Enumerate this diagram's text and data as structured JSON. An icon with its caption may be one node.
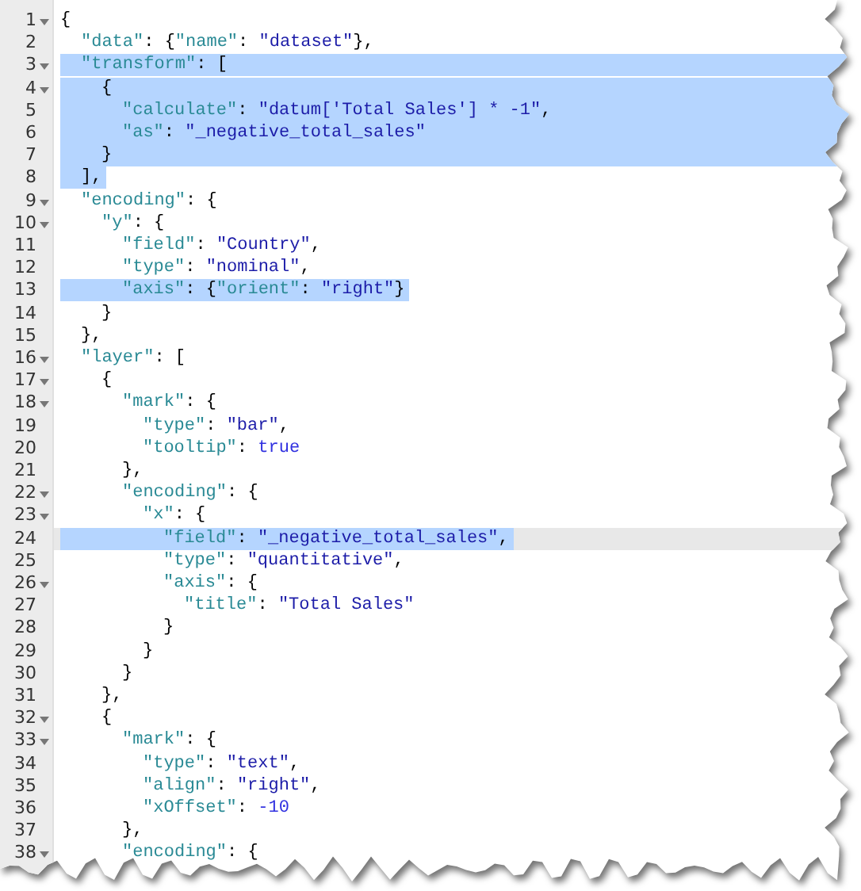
{
  "diagram": {
    "labels": [
      "1",
      "{",
      "2",
      "\"data\": {\"name\": \"dataset\"},",
      "3",
      "\"transform\": [",
      "4",
      "{",
      "5",
      "\"calculate\": \"datum['Total Sales'] * -1\",",
      "6",
      "\"as\": \"_negative_total_sales\"",
      "7",
      "}",
      "8",
      "],",
      "9",
      "\"encoding\": {",
      "10",
      "\"y\": {",
      "11",
      "\"field\": \"Country\",",
      "12",
      "\"type\": \"nominal\",",
      "13",
      "\"axis\": {\"orient\": \"right\"}",
      "14",
      "}",
      "15",
      "},",
      "16",
      "\"layer\": [",
      "17",
      "{",
      "18",
      "\"mark\": {",
      "19",
      "\"type\": \"bar\",",
      "20",
      "\"tooltip\": true",
      "21",
      "},",
      "22",
      "\"encoding\": {",
      "23",
      "\"x\": {",
      "24",
      "\"field\": \"_negative_total_sales\",",
      "25",
      "\"type\": \"quantitative\",",
      "26",
      "\"axis\": {",
      "27",
      "\"title\": \"Total Sales\"",
      "28",
      "}",
      "29",
      "}",
      "30",
      "}",
      "31",
      "},",
      "32",
      "{",
      "33",
      "\"mark\": {",
      "34",
      "\"type\": \"text\",",
      "35",
      "\"align\": \"right\",",
      "36",
      "\"xOffset\": -10",
      "37",
      "},",
      "38",
      "\"encoding\": {"
    ]
  }
}
